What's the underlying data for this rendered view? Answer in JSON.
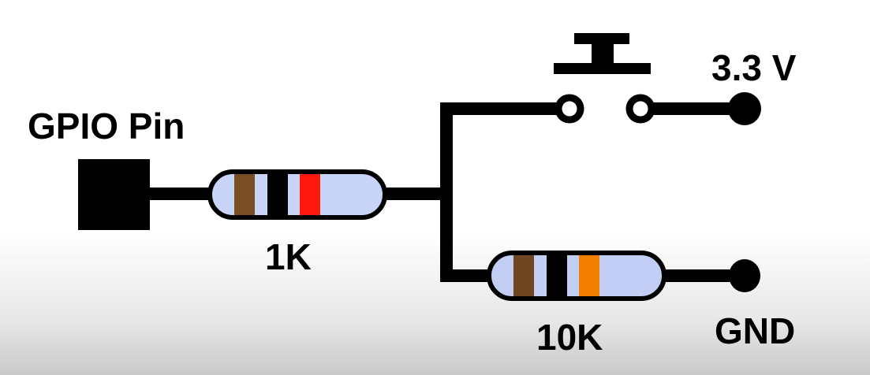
{
  "title": "Pull-down resistor with push button circuit",
  "labels": {
    "gpio": "GPIO Pin",
    "vcc": "3.3 V",
    "gnd": "GND",
    "r1": "1K",
    "r2": "10K"
  },
  "resistors": [
    {
      "name": "1K",
      "bands": [
        "#7a4e25",
        "#000000",
        "#ff1a10"
      ],
      "body": "#c8d4f8"
    },
    {
      "name": "10K",
      "bands": [
        "#6e4622",
        "#000000",
        "#f28000"
      ],
      "body": "#c3cef5"
    }
  ],
  "colors": {
    "wire": "#000000",
    "background": "#ffffff"
  }
}
